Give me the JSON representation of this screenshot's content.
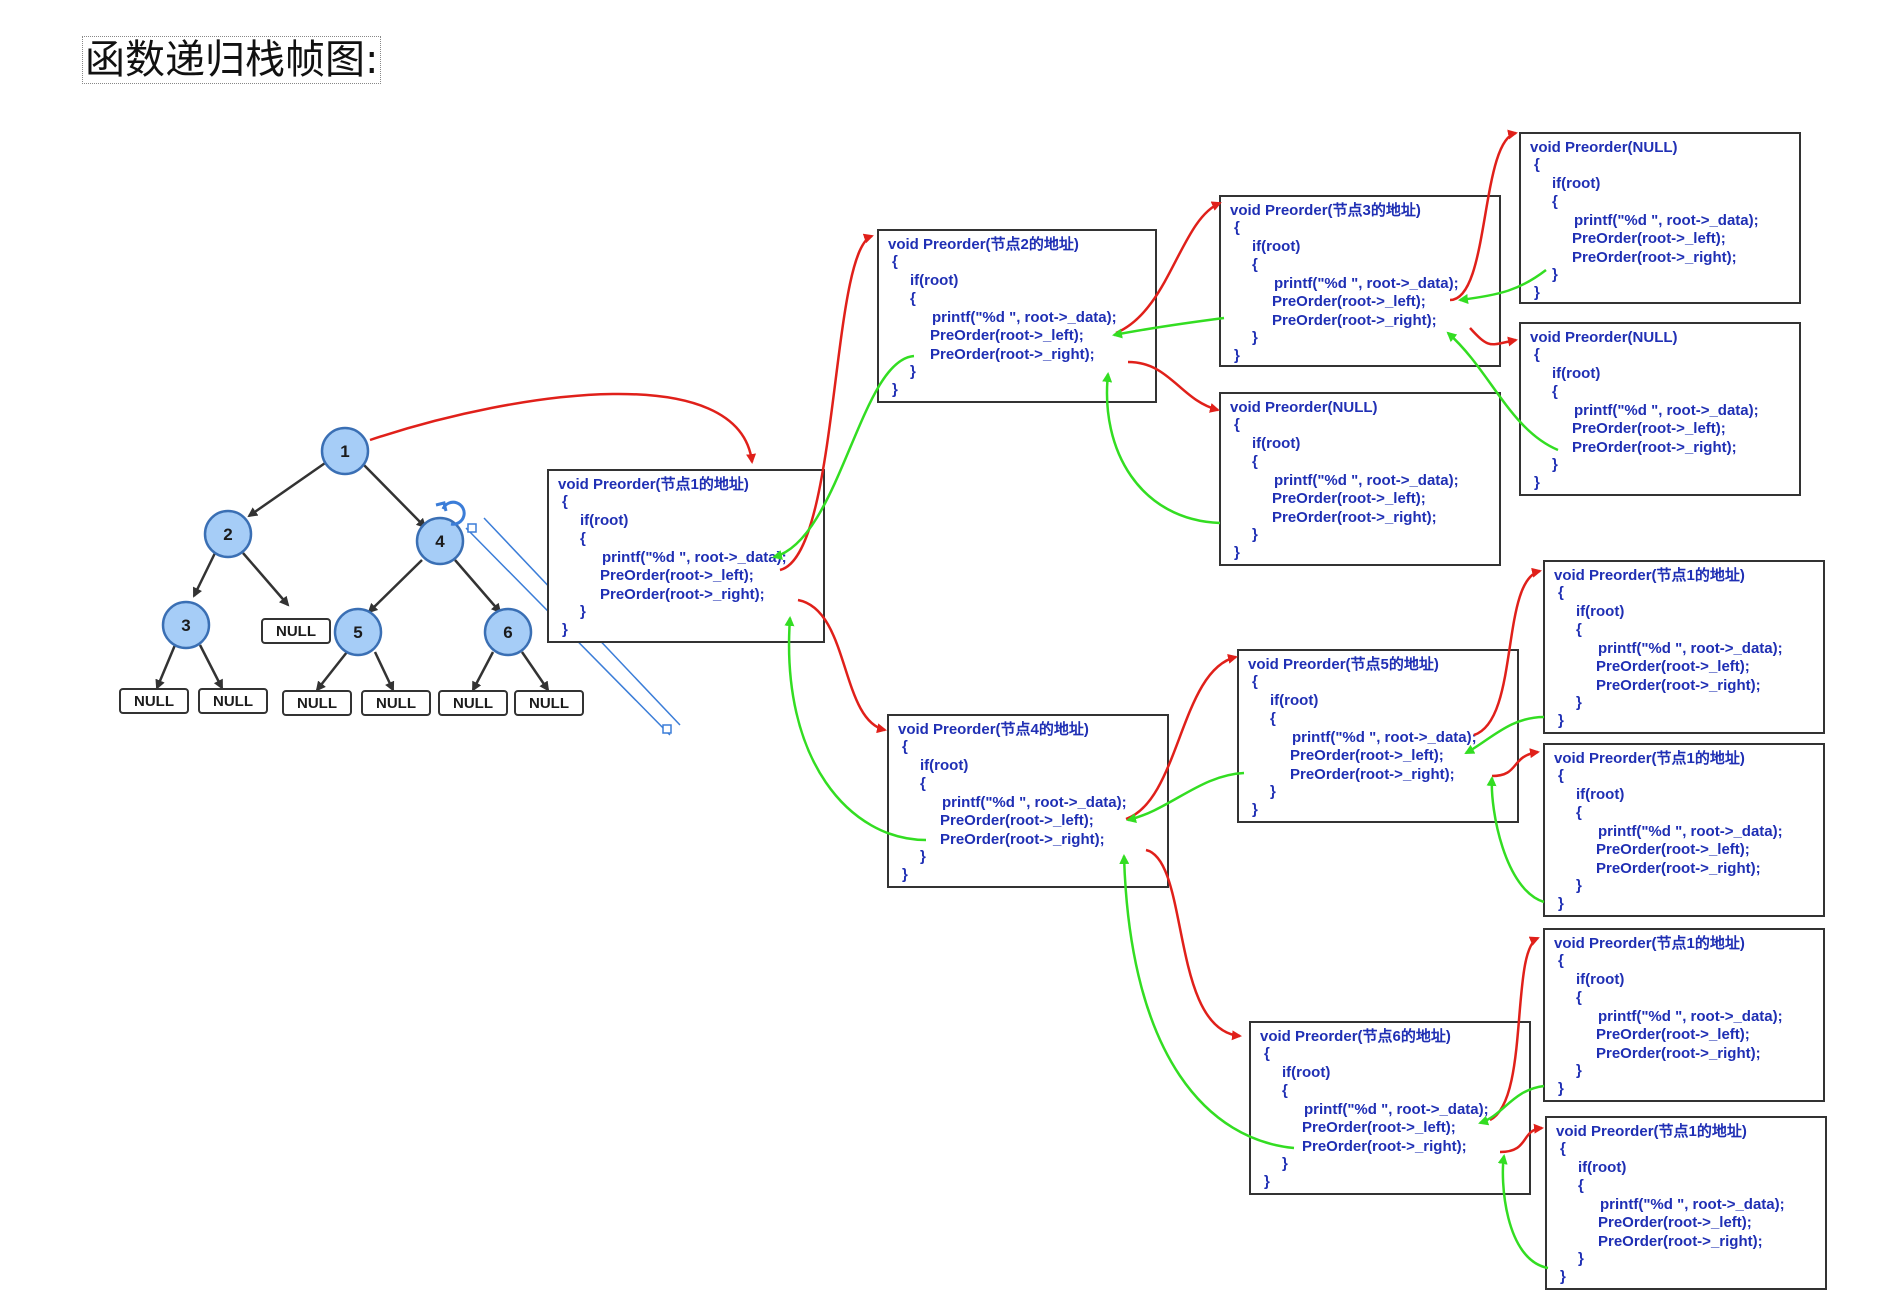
{
  "title": "函数递归栈帧图:",
  "tree": {
    "nodes": [
      "1",
      "2",
      "4",
      "3",
      "5",
      "6"
    ],
    "null_label": "NULL"
  },
  "frames": [
    {
      "header": "void Preorder(节点1的地址)",
      "lines": [
        "{",
        "if(root)",
        "{",
        "printf(\"%d \", root->_data);",
        "PreOrder(root->_left);",
        "PreOrder(root->_right);",
        "}",
        "}"
      ]
    },
    {
      "header": "void Preorder(节点2的地址)",
      "lines": [
        "{",
        "if(root)",
        "{",
        "printf(\"%d \", root->_data);",
        "PreOrder(root->_left);",
        "PreOrder(root->_right);",
        "}",
        "}"
      ]
    },
    {
      "header": "void Preorder(节点3的地址)",
      "lines": [
        "{",
        "if(root)",
        "{",
        "printf(\"%d \", root->_data);",
        "PreOrder(root->_left);",
        "PreOrder(root->_right);",
        "}",
        "}"
      ]
    },
    {
      "header": "void Preorder(NULL)",
      "lines": [
        "{",
        "if(root)",
        "{",
        "printf(\"%d \", root->_data);",
        "PreOrder(root->_left);",
        "PreOrder(root->_right);",
        "}",
        "}"
      ]
    },
    {
      "header": "void Preorder(NULL)",
      "lines": [
        "{",
        "if(root)",
        "{",
        "printf(\"%d \", root->_data);",
        "PreOrder(root->_left);",
        "PreOrder(root->_right);",
        "}",
        "}"
      ]
    },
    {
      "header": "void Preorder(NULL)",
      "lines": [
        "{",
        "if(root)",
        "{",
        "printf(\"%d \", root->_data);",
        "PreOrder(root->_left);",
        "PreOrder(root->_right);",
        "}",
        "}"
      ]
    },
    {
      "header": "void Preorder(节点4的地址)",
      "lines": [
        "{",
        "if(root)",
        "{",
        "printf(\"%d \", root->_data);",
        "PreOrder(root->_left);",
        "PreOrder(root->_right);",
        "}",
        "}"
      ]
    },
    {
      "header": "void Preorder(节点5的地址)",
      "lines": [
        "{",
        "if(root)",
        "{",
        "printf(\"%d \", root->_data);",
        "PreOrder(root->_left);",
        "PreOrder(root->_right);",
        "}",
        "}"
      ]
    },
    {
      "header": "void Preorder(节点1的地址)",
      "lines": [
        "{",
        "if(root)",
        "{",
        "printf(\"%d \", root->_data);",
        "PreOrder(root->_left);",
        "PreOrder(root->_right);",
        "}",
        "}"
      ]
    },
    {
      "header": "void Preorder(节点1的地址)",
      "lines": [
        "{",
        "if(root)",
        "{",
        "printf(\"%d \", root->_data);",
        "PreOrder(root->_left);",
        "PreOrder(root->_right);",
        "}",
        "}"
      ]
    },
    {
      "header": "void Preorder(节点6的地址)",
      "lines": [
        "{",
        "if(root)",
        "{",
        "printf(\"%d \", root->_data);",
        "PreOrder(root->_left);",
        "PreOrder(root->_right);",
        "}",
        "}"
      ]
    },
    {
      "header": "void Preorder(节点1的地址)",
      "lines": [
        "{",
        "if(root)",
        "{",
        "printf(\"%d \", root->_data);",
        "PreOrder(root->_left);",
        "PreOrder(root->_right);",
        "}",
        "}"
      ]
    },
    {
      "header": "void Preorder(节点1的地址)",
      "lines": [
        "{",
        "if(root)",
        "{",
        "printf(\"%d \", root->_data);",
        "PreOrder(root->_left);",
        "PreOrder(root->_right);",
        "}",
        "}"
      ]
    }
  ],
  "colors": {
    "node_fill": "#a6cdf7",
    "node_stroke": "#3a6fb4",
    "call_arrow": "#e0201a",
    "return_arrow": "#33dd22",
    "code_text": "#1f2fb4",
    "selection": "#3b7dd8"
  },
  "icons": [
    "rotate-handle-icon",
    "resize-handle-icon"
  ]
}
